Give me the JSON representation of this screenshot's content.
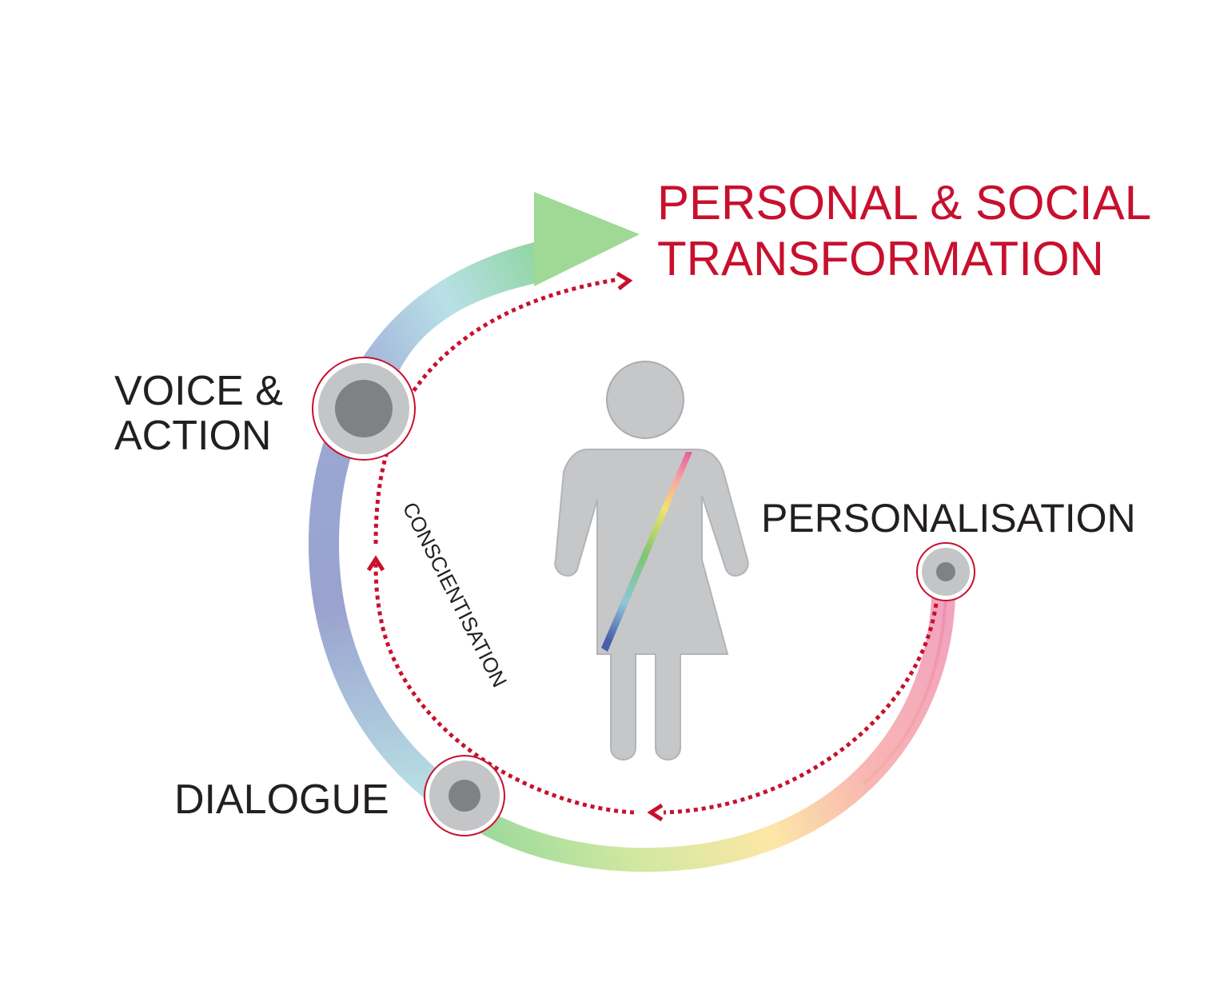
{
  "colors": {
    "accent_red": "#c8102e",
    "dark_text": "#231f20",
    "figure_gray": "#c6c7c9",
    "node_outer": "#c4c5c7",
    "node_inner": "#808184",
    "arc_gradient": [
      "#f48db3",
      "#f7a9b8",
      "#fddc9b",
      "#ffe8a0",
      "#8fd19e",
      "#9fd8c8",
      "#a8c4e0",
      "#9aa3cf",
      "#a4b3da",
      "#b8dde6",
      "#7fd28f",
      "#a6dc8b"
    ]
  },
  "title": {
    "line1": "PERSONAL & SOCIAL",
    "line2": "TRANSFORMATION"
  },
  "nodes": {
    "voice_action": {
      "line1": "VOICE &",
      "line2": "ACTION"
    },
    "dialogue": {
      "label": "DIALOGUE"
    },
    "personalisation": {
      "label": "PERSONALISATION"
    }
  },
  "process": {
    "label": "CONSCIENTISATION"
  },
  "icons": {
    "figure": "person-with-rainbow-sash-icon",
    "arrow": "arrow-head-icon",
    "node": "target-node-icon"
  }
}
